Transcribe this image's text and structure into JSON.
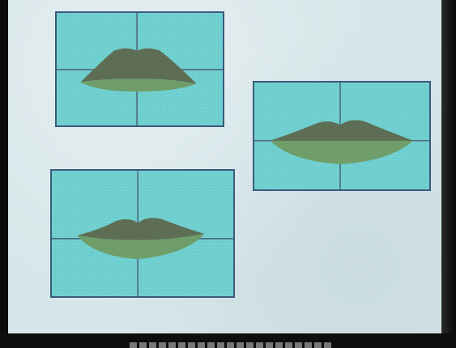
{
  "colors": {
    "screen_background": "#d7e6e9",
    "panel_fill": "#6fcfcf",
    "panel_border": "#3a5a7c",
    "crosshair": "#4a5f78",
    "upper_lip": "#5e6e55",
    "lower_lip": "#6f9e6a",
    "frame": "#0c0c0c"
  },
  "panels": [
    {
      "name": "panel-top-left",
      "mouth_shape": "open-drooping",
      "icon": "lips-icon"
    },
    {
      "name": "panel-right",
      "mouth_shape": "wide-flat",
      "icon": "lips-icon"
    },
    {
      "name": "panel-bottom-left",
      "mouth_shape": "smile",
      "icon": "lips-icon"
    }
  ]
}
